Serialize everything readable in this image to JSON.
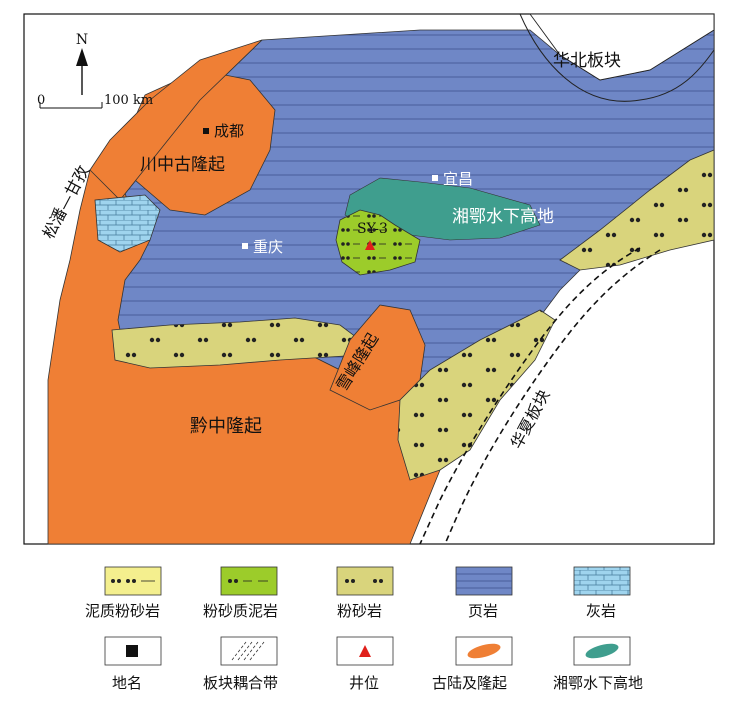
{
  "map": {
    "north": "N",
    "scale_zero": "0",
    "scale_distance": "100 km",
    "places": {
      "huabei": "华北板块",
      "chengdu": "成都",
      "chuanzhong": "川中古隆起",
      "songpan": "松潘—甘孜",
      "yichang": "宜昌",
      "xiange": "湘鄂水下高地",
      "well": "SY-3",
      "chongqing": "重庆",
      "xuefeng": "雪峰隆起",
      "qianzhong": "黔中隆起",
      "huaxia": "华夏板块"
    }
  },
  "legend": {
    "items": [
      {
        "label": "泥质粉砂岩"
      },
      {
        "label": "粉砂质泥岩"
      },
      {
        "label": "粉砂岩"
      },
      {
        "label": "页岩"
      },
      {
        "label": "灰岩"
      },
      {
        "label": "地名"
      },
      {
        "label": "板块耦合带"
      },
      {
        "label": "井位"
      },
      {
        "label": "古陆及隆起"
      },
      {
        "label": "湘鄂水下高地"
      }
    ]
  },
  "colors": {
    "shale": "#6f87c6",
    "uplift": "#ef7f35",
    "siltstone": "#d9d47c",
    "silty_mudstone": "#9ccc2a",
    "limestone": "#9fd4ee",
    "underwater_high": "#3f9e8e",
    "well_marker": "#e0201b"
  }
}
